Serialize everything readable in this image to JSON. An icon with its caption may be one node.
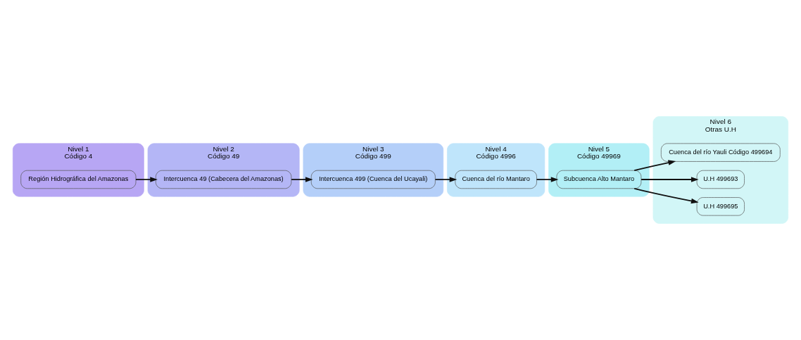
{
  "diagram": {
    "nodes": [
      {
        "text": [
          "Nivel 1",
          "Código 4"
        ]
      },
      {
        "text": [
          "Región Hidrográfica del Amazonas"
        ],
        "in": 0
      },
      {
        "text": [
          "Nivel 2",
          "Código 49"
        ]
      },
      {
        "text": [
          "Intercuenca 49 (Cabecera del Amazonas)"
        ],
        "in": 2
      },
      {
        "text": [
          "Nivel 3",
          "Código 499"
        ]
      },
      {
        "text": [
          "Intercuenca 499 (Cuenca del Ucayali)"
        ],
        "in": 4
      },
      {
        "text": [
          "Nivel 4",
          "Código 4996"
        ]
      },
      {
        "text": [
          "Cuenca del río Mantaro"
        ],
        "in": 6
      },
      {
        "text": [
          "Nivel 5",
          "Código 49969"
        ]
      },
      {
        "text": [
          "Subcuenca Alto Mantaro"
        ],
        "in": 8
      },
      {
        "text": [
          "Nivel 6",
          "Otras U.H"
        ]
      },
      {
        "text": [
          "Cuenca del río Yauli Código 499694"
        ],
        "in": 10
      },
      {
        "text": [
          "U.H 499693"
        ],
        "in": 10
      },
      {
        "text": [
          "U.H 499695"
        ],
        "in": 10
      }
    ],
    "edges": [
      {
        "from": 1,
        "to": 3,
        "arrow": "to"
      },
      {
        "from": 3,
        "to": 5,
        "arrow": "to"
      },
      {
        "from": 5,
        "to": 7,
        "arrow": "to"
      },
      {
        "from": 7,
        "to": 9,
        "arrow": "to"
      },
      {
        "from": 9,
        "to": 11,
        "arrow": "to"
      },
      {
        "from": 9,
        "to": 12,
        "arrow": "to"
      },
      {
        "from": 9,
        "to": 13,
        "arrow": "to"
      }
    ]
  }
}
